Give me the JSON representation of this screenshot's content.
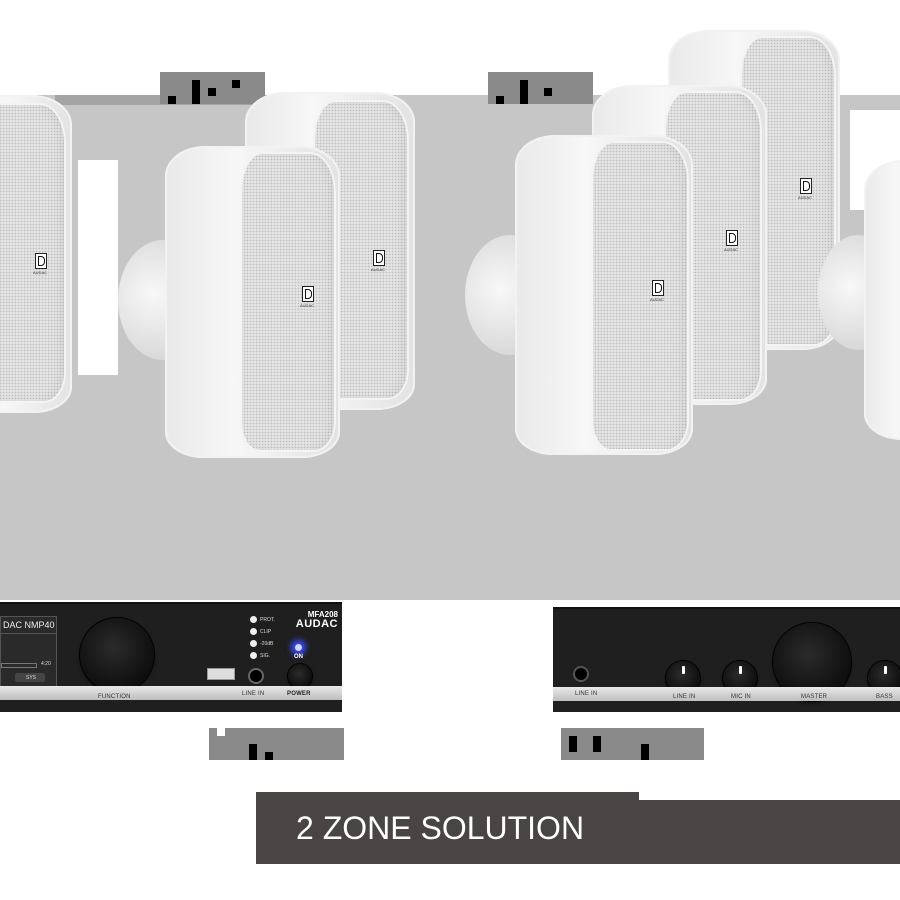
{
  "speaker_group_labels": [
    {
      "text": "[pixelated label]",
      "position": "above left speaker pair"
    },
    {
      "text": "[pixelated label]",
      "position": "above right speaker group"
    }
  ],
  "speakers": [
    {
      "brand_badge": "AUDAC"
    },
    {
      "brand_badge": "AUDAC"
    },
    {
      "brand_badge": "AUDAC"
    },
    {
      "brand_badge": "AUDAC"
    },
    {
      "brand_badge": "AUDAC"
    },
    {
      "brand_badge": "AUDAC"
    }
  ],
  "amp_left": {
    "display_title": "DAC NMP40",
    "display_value": "4:20",
    "display_button": "SYS",
    "knob_label": "FUNCTION",
    "port_label": "LINE IN",
    "power_label": "POWER",
    "power_indicator": "ON",
    "model": "MFA208",
    "brand": "AUDAC",
    "leds": [
      "PROT.",
      "CLIP",
      "-20dB",
      "SIG."
    ],
    "accent_led_color": "#3a4bff"
  },
  "amp_right": {
    "port_label": "LINE IN",
    "knobs": [
      {
        "label": "LINE IN",
        "min": "0",
        "max": "10"
      },
      {
        "label": "MIC IN",
        "min": "0",
        "max": "10"
      },
      {
        "label": "MASTER",
        "min": "0",
        "max": "10"
      },
      {
        "label": "BASS",
        "min": "-12",
        "max": "+12"
      }
    ]
  },
  "amp_labels": [
    {
      "text": "[pixelated label]",
      "position": "below left amplifier"
    },
    {
      "text": "[pixelated label]",
      "position": "below right amplifier"
    }
  ],
  "banner": {
    "text": "2 ZONE SOLUTION",
    "bg_color": "#484544",
    "text_color": "#ffffff"
  }
}
